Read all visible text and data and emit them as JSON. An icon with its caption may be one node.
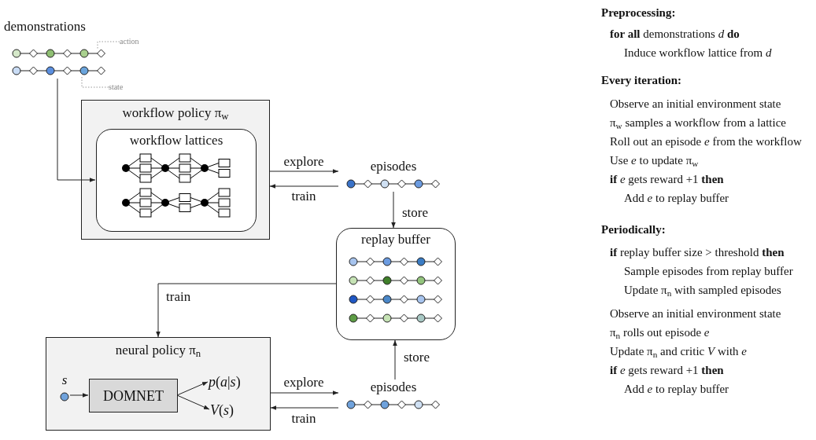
{
  "diagram": {
    "nodes": [
      {
        "text": [
          "demonstrations"
        ]
      },
      {
        "text": [
          "action"
        ]
      },
      {
        "text": [
          "state"
        ]
      },
      {
        "text": [
          "workflow policy π$_{w}$"
        ]
      },
      {
        "text": [
          "workflow lattices"
        ],
        "in": 3
      },
      {
        "text": [
          "episodes"
        ]
      },
      {
        "text": [
          "replay buffer"
        ]
      },
      {
        "text": [
          "neural policy π$_{n}$"
        ]
      },
      {
        "text": [
          "*s*"
        ],
        "in": 7
      },
      {
        "text": [
          "DOMNET"
        ],
        "in": 7
      },
      {
        "text": [
          "*p*(*a*|*s*)"
        ],
        "in": 7
      },
      {
        "text": [
          "*V*(*s*)"
        ],
        "in": 7
      },
      {
        "text": [
          "episodes"
        ]
      }
    ],
    "edges": [
      {
        "from": 1,
        "to": 0,
        "arrow": "none",
        "style": "dashed",
        "color": "#999999"
      },
      {
        "from": 2,
        "to": 0,
        "arrow": "none",
        "style": "dashed",
        "color": "#999999"
      },
      {
        "from": 0,
        "to": 4,
        "arrow": "to"
      },
      {
        "from": 3,
        "to": 5,
        "arrow": "to",
        "label": "explore"
      },
      {
        "from": 5,
        "to": 3,
        "arrow": "to",
        "label": "train"
      },
      {
        "from": 5,
        "to": 6,
        "arrow": "to",
        "label": "store"
      },
      {
        "from": 6,
        "to": 7,
        "arrow": "to",
        "label": "train"
      },
      {
        "from": 12,
        "to": 6,
        "arrow": "to",
        "label": "store"
      },
      {
        "from": 7,
        "to": 12,
        "arrow": "to",
        "label": "explore"
      },
      {
        "from": 12,
        "to": 7,
        "arrow": "to",
        "label": "train"
      },
      {
        "from": 8,
        "to": 9,
        "arrow": "to"
      },
      {
        "from": 9,
        "to": 10,
        "arrow": "to"
      },
      {
        "from": 9,
        "to": 11,
        "arrow": "to"
      }
    ],
    "labels": [
      "Preprocessing:",
      "**for all** demonstrations *d* **do**",
      "Induce workflow lattice from *d*",
      "Every iteration:",
      "Observe an initial environment state",
      "π$_{w}$ samples a workflow from a lattice",
      "Roll out an episode *e* from the workflow",
      "Use *e* to update π$_{w}$",
      "**if** *e* gets reward +1 **then**",
      "Add *e* to replay buffer",
      "Periodically:",
      "**if** replay buffer size > threshold **then**",
      "Sample episodes from replay buffer",
      "Update π$_{n}$ with sampled episodes",
      "Observe an initial environment state",
      "π$_{n}$ rolls out episode *e*",
      "Update π$_{n}$ and critic *V* with *e*",
      "**if** *e* gets reward +1 **then**",
      "Add *e* to replay buffer"
    ]
  }
}
